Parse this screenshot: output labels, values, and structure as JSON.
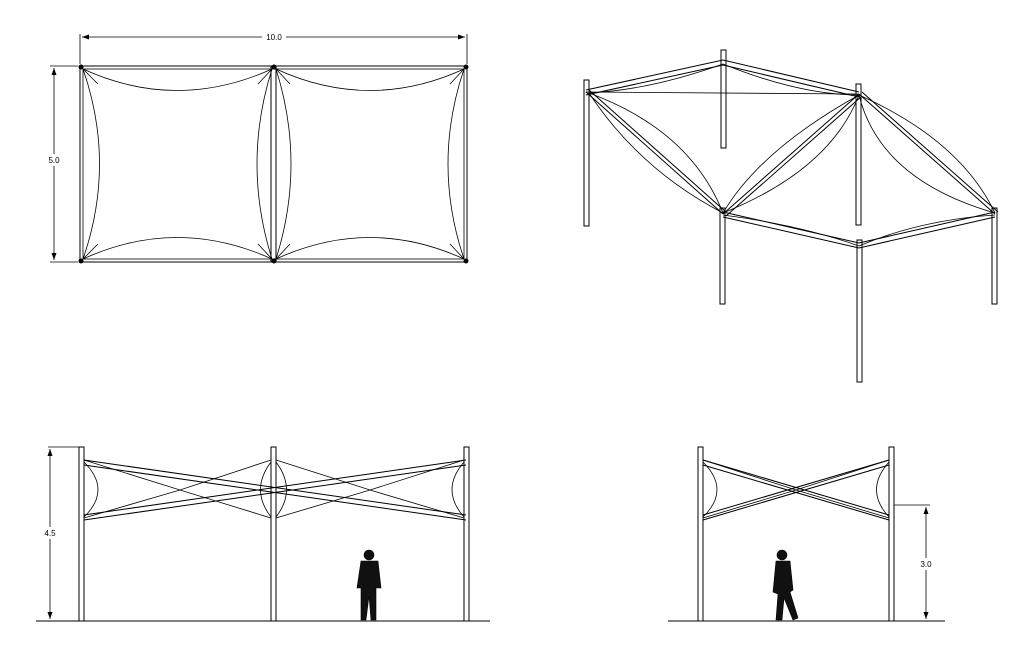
{
  "drawing": {
    "plan_view": {
      "width_dim": "10.0",
      "depth_dim": "5.0"
    },
    "front_elevation": {
      "height_dim": "4.5"
    },
    "side_elevation": {
      "height_dim": "3.0"
    }
  }
}
